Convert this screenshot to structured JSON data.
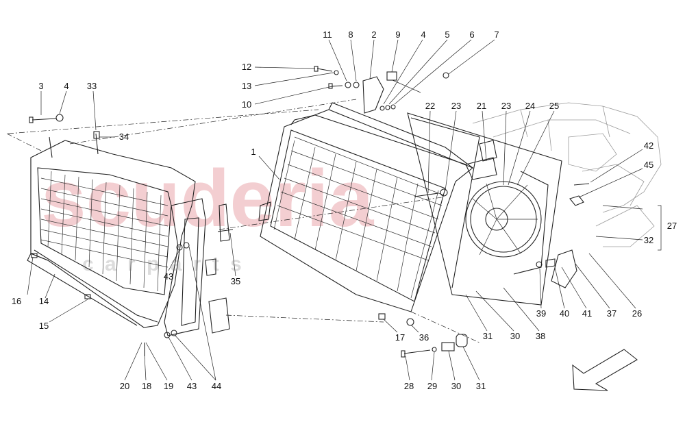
{
  "watermark": {
    "brand": "scuderia",
    "sub": "c a r   p a r t s"
  },
  "callouts": {
    "c1": "1",
    "c2": "2",
    "c3": "3",
    "c4a": "4",
    "c4b": "4",
    "c5": "5",
    "c6": "6",
    "c7": "7",
    "c8": "8",
    "c9": "9",
    "c10": "10",
    "c11": "11",
    "c12": "12",
    "c13": "13",
    "c14": "14",
    "c15": "15",
    "c16": "16",
    "c17": "17",
    "c18": "18",
    "c19": "19",
    "c20": "20",
    "c21": "21",
    "c22": "22",
    "c23a": "23",
    "c23b": "23",
    "c24": "24",
    "c25": "25",
    "c26": "26",
    "c27": "27",
    "c28": "28",
    "c29": "29",
    "c30a": "30",
    "c30b": "30",
    "c31a": "31",
    "c31b": "31",
    "c32": "32",
    "c33": "33",
    "c34": "34",
    "c35": "35",
    "c36": "36",
    "c37": "37",
    "c38": "38",
    "c39": "39",
    "c40": "40",
    "c41": "41",
    "c42": "42",
    "c43a": "43",
    "c43b": "43",
    "c44": "44",
    "c45": "45"
  },
  "icons": {
    "direction": "front-direction-arrow-icon"
  },
  "colors": {
    "watermark": "#f2c6c9",
    "line": "#222222"
  }
}
